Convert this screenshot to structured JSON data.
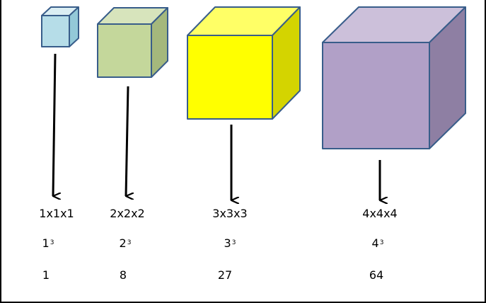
{
  "cubes": [
    {
      "id": "cube-1",
      "product": "1x1x1",
      "base": "1",
      "exponent": "3",
      "value": "1",
      "colors": {
        "front": "#b6dde8",
        "top": "#dbeef3",
        "side": "#93c9d8"
      }
    },
    {
      "id": "cube-2",
      "product": "2x2x2",
      "base": "2",
      "exponent": "3",
      "value": "8",
      "colors": {
        "front": "#c4d79b",
        "top": "#d7e4bc",
        "side": "#a4b87c"
      }
    },
    {
      "id": "cube-3",
      "product": "3x3x3",
      "base": "3",
      "exponent": "3",
      "value": "27",
      "colors": {
        "front": "#ffff00",
        "top": "#ffff66",
        "side": "#d4d400"
      }
    },
    {
      "id": "cube-4",
      "product": "4x4x4",
      "base": "4",
      "exponent": "3",
      "value": "64",
      "colors": {
        "front": "#b1a0c7",
        "top": "#ccc0da",
        "side": "#8e7fa3"
      }
    }
  ],
  "outline_color": "#385d8a"
}
